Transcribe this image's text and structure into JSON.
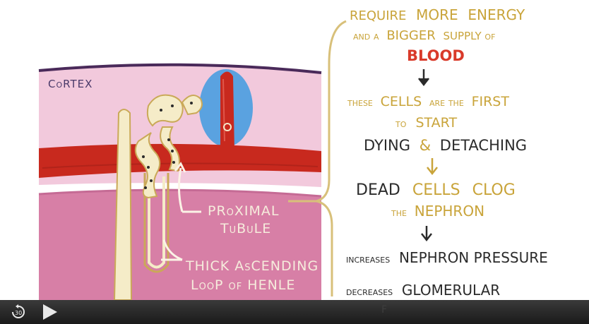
{
  "diagram": {
    "cortex_label": "CoRTEX",
    "proximal_label_line1": "PRoXIMAL",
    "proximal_label_line2": "TuBuLE",
    "thick_label_line1": "THICK AsCENDING",
    "thick_label_line2": "LooP of HENLE"
  },
  "notes": {
    "line1_a": "REQUIRE",
    "line1_b": "MORE",
    "line1_c": "ENERGY",
    "line2_a": "and a",
    "line2_b": "BIGGER",
    "line2_c": "SUPPLY of",
    "line3": "BLOOD",
    "line4_a": "these",
    "line4_b": "CELLS",
    "line4_c": "are the",
    "line4_d": "FIRST",
    "line5_a": "to",
    "line5_b": "START",
    "line6_a": "DYING",
    "line6_b": "&",
    "line6_c": "DETACHING",
    "line7_a": "DEAD",
    "line7_b": "CELLS",
    "line7_c": "CLOG",
    "line8_a": "the",
    "line8_b": "NEPHRON",
    "line9_a": "increases",
    "line9_b": "NEPHRON PRESSURE",
    "line10_a": "decreases",
    "line10_b": "GLOMERULAR",
    "line11": "F"
  },
  "controls": {
    "replay_label": "30",
    "colors": {
      "bar_top": "#3a3a3a",
      "bar_bottom": "#1a1a1a",
      "icon": "#e8e8e8"
    }
  },
  "colors": {
    "cortex_pink": "#f2c9dc",
    "medulla_pink": "#d77fa6",
    "vessel_red": "#c8291e",
    "gold_ink": "#c9a43a",
    "red_ink": "#d93a2a",
    "dark_ink": "#2b2b2b",
    "glomerulus_blue": "#5aa2e0"
  }
}
